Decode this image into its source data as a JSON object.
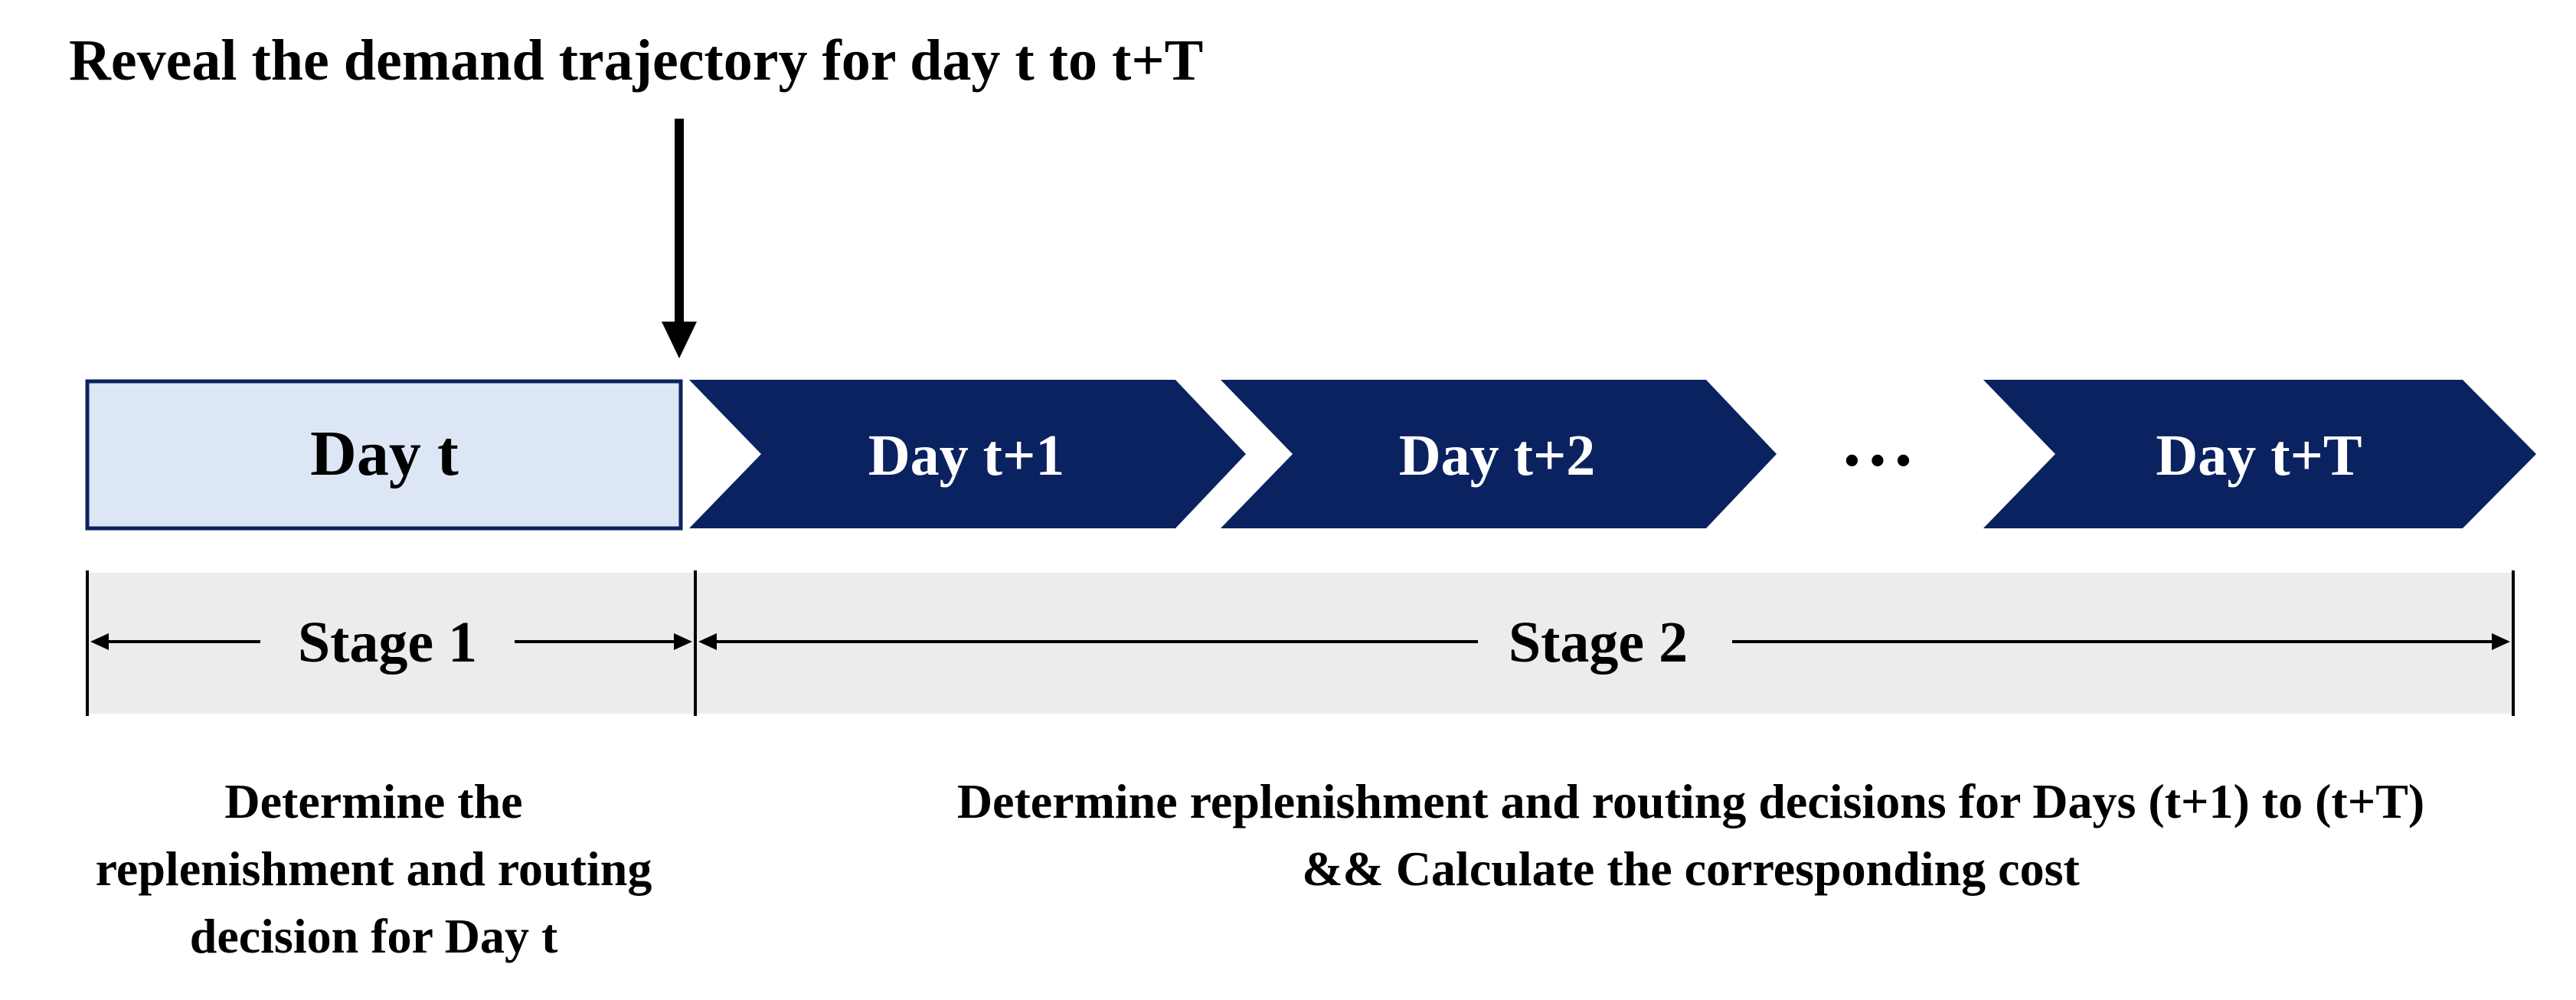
{
  "top_label": "Reveal the demand trajectory for day t to t+T",
  "days": [
    {
      "label": "Day t"
    },
    {
      "label": "Day t+1"
    },
    {
      "label": "Day t+2"
    },
    {
      "label": "Day t+T"
    }
  ],
  "ellipsis": "• • •",
  "stages": [
    {
      "label": "Stage 1"
    },
    {
      "label": "Stage 2"
    }
  ],
  "descriptions": {
    "stage1": [
      "Determine the",
      "replenishment and routing",
      "decision for Day t"
    ],
    "stage2": [
      "Determine replenishment and routing decisions for Days (t+1) to (t+T)",
      "&& Calculate the corresponding cost"
    ]
  },
  "colors": {
    "navy": "#0b2260",
    "light_box": "#dce6f5",
    "band": "#ececec",
    "text": "#000000",
    "white": "#ffffff"
  }
}
